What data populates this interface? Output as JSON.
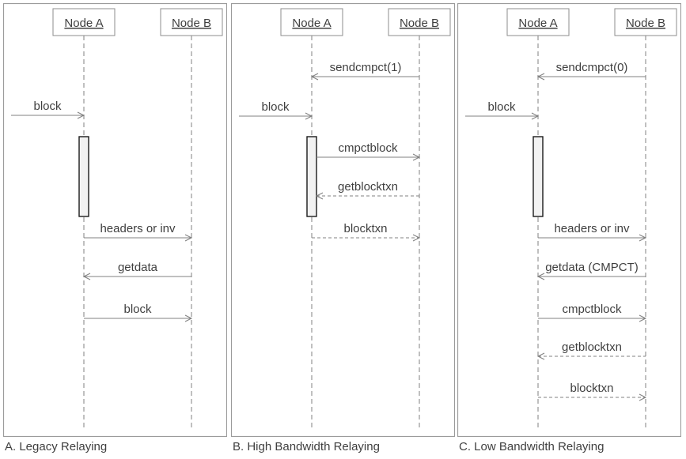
{
  "diagram": {
    "kind": "sequence-diagram-set",
    "colors": {
      "panel_border": "#9b9b9b",
      "node_box_border": "#8c8c8c",
      "node_box_fill": "#ffffff",
      "line": "#808080",
      "text": "#3f3f3f",
      "activation_fill": "#f2f2f2",
      "activation_border": "#1a1a1a",
      "background": "#ffffff"
    },
    "panels": [
      {
        "id": "A",
        "caption": "A. Legacy Relaying",
        "node_a": "Node A",
        "node_b": "Node B",
        "activation_on": "node-a",
        "messages": [
          {
            "label": "block",
            "from": "external",
            "to": "node-a",
            "line": "solid"
          },
          {
            "label": "headers or inv",
            "from": "node-a",
            "to": "node-b",
            "line": "solid"
          },
          {
            "label": "getdata",
            "from": "node-b",
            "to": "node-a",
            "line": "solid"
          },
          {
            "label": "block",
            "from": "node-a",
            "to": "node-b",
            "line": "solid"
          }
        ]
      },
      {
        "id": "B",
        "caption": "B. High Bandwidth Relaying",
        "node_a": "Node A",
        "node_b": "Node B",
        "activation_on": "node-a",
        "messages": [
          {
            "label": "sendcmpct(1)",
            "from": "node-b",
            "to": "node-a",
            "line": "solid"
          },
          {
            "label": "block",
            "from": "external",
            "to": "node-a",
            "line": "solid"
          },
          {
            "label": "cmpctblock",
            "from": "node-a",
            "to": "node-b",
            "line": "solid"
          },
          {
            "label": "getblocktxn",
            "from": "node-b",
            "to": "node-a",
            "line": "dashed"
          },
          {
            "label": "blocktxn",
            "from": "node-a",
            "to": "node-b",
            "line": "dashed"
          }
        ]
      },
      {
        "id": "C",
        "caption": "C. Low Bandwidth Relaying",
        "node_a": "Node A",
        "node_b": "Node B",
        "activation_on": "node-a",
        "messages": [
          {
            "label": "sendcmpct(0)",
            "from": "node-b",
            "to": "node-a",
            "line": "solid"
          },
          {
            "label": "block",
            "from": "external",
            "to": "node-a",
            "line": "solid"
          },
          {
            "label": "headers or inv",
            "from": "node-a",
            "to": "node-b",
            "line": "solid"
          },
          {
            "label": "getdata (CMPCT)",
            "from": "node-b",
            "to": "node-a",
            "line": "solid"
          },
          {
            "label": "cmpctblock",
            "from": "node-a",
            "to": "node-b",
            "line": "solid"
          },
          {
            "label": "getblocktxn",
            "from": "node-b",
            "to": "node-a",
            "line": "dashed"
          },
          {
            "label": "blocktxn",
            "from": "node-a",
            "to": "node-b",
            "line": "dashed"
          }
        ]
      }
    ]
  }
}
